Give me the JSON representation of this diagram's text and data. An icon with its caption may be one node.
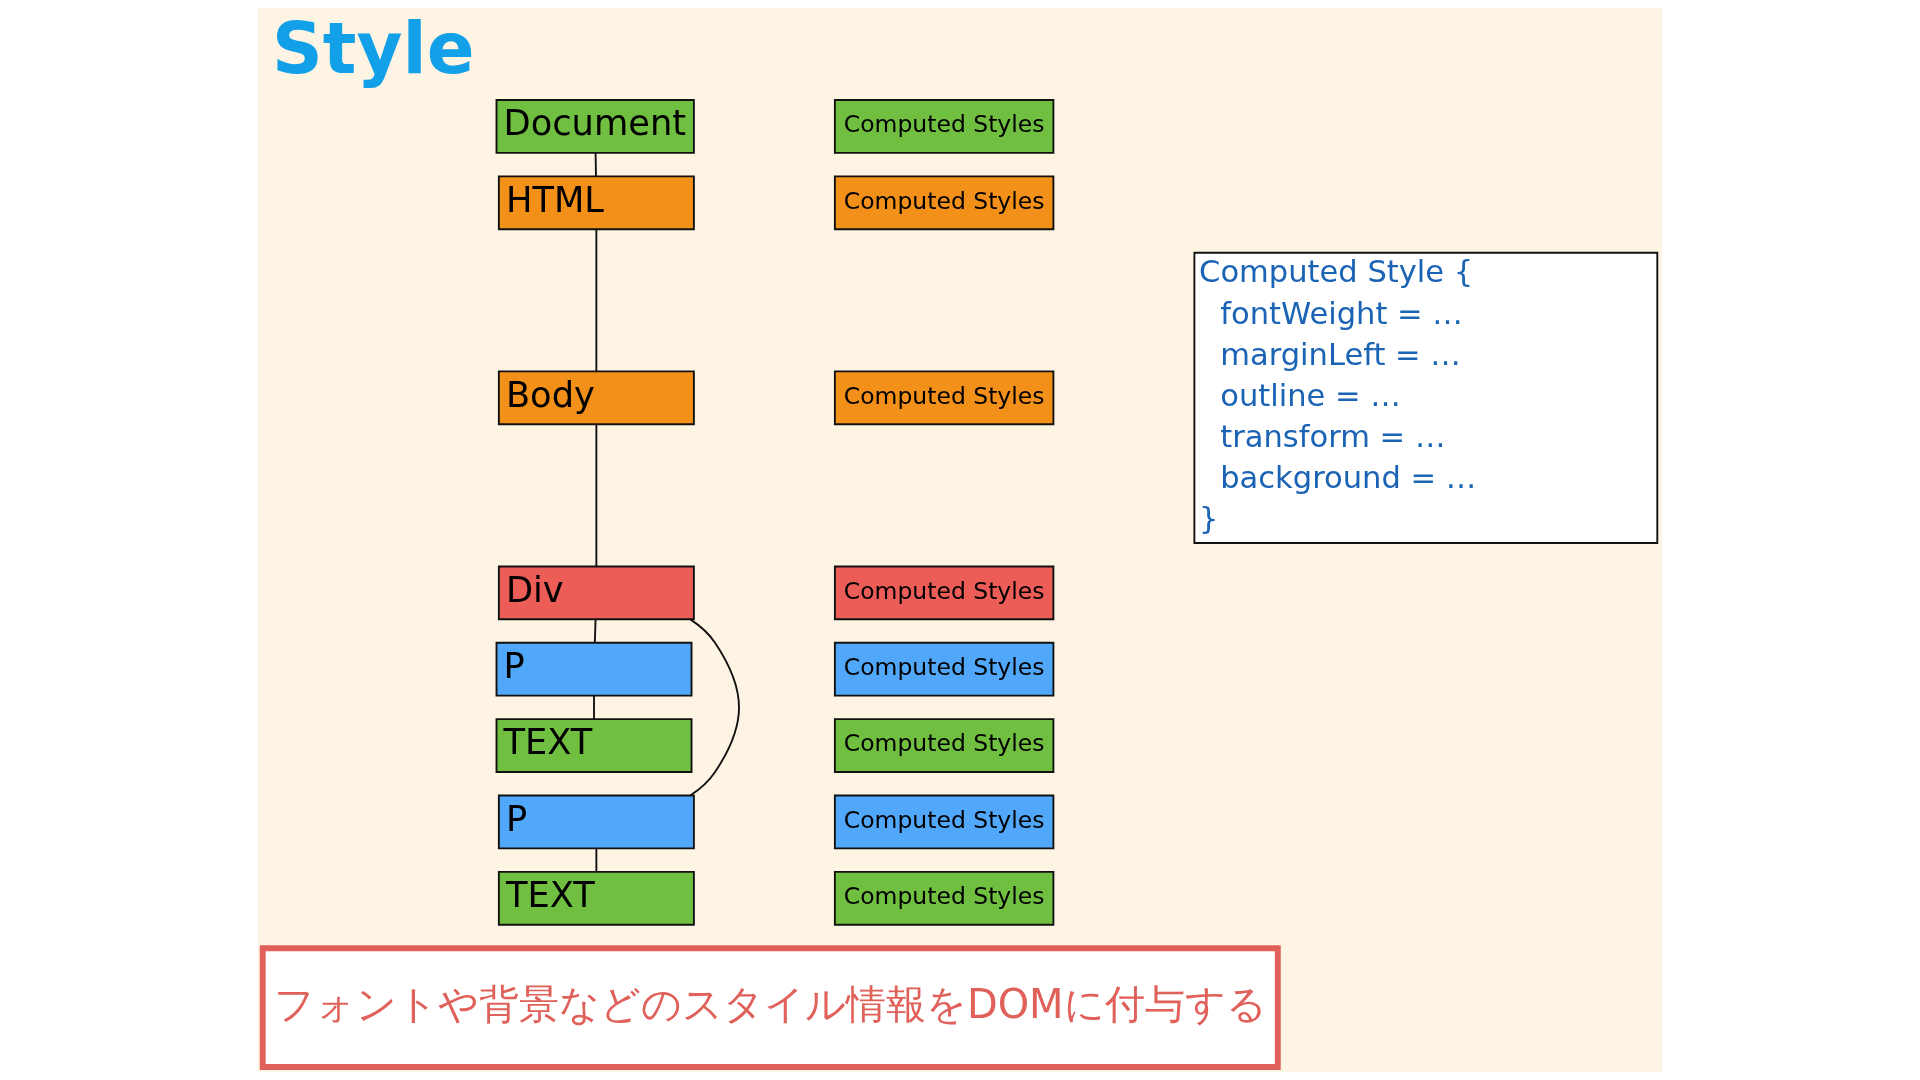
{
  "diagram": {
    "title": "Style",
    "nodes": [
      {
        "text": [
          "Document"
        ]
      },
      {
        "text": [
          "HTML"
        ]
      },
      {
        "text": [
          "Body"
        ]
      },
      {
        "text": [
          "Div"
        ]
      },
      {
        "text": [
          "P"
        ]
      },
      {
        "text": [
          "TEXT"
        ]
      },
      {
        "text": [
          "P"
        ]
      },
      {
        "text": [
          "TEXT"
        ]
      },
      {
        "text": [
          "Computed Styles"
        ]
      },
      {
        "text": [
          "Computed Styles"
        ]
      },
      {
        "text": [
          "Computed Styles"
        ]
      },
      {
        "text": [
          "Computed Styles"
        ]
      },
      {
        "text": [
          "Computed Styles"
        ]
      },
      {
        "text": [
          "Computed Styles"
        ]
      },
      {
        "text": [
          "Computed Styles"
        ]
      },
      {
        "text": [
          "Computed Styles"
        ]
      },
      {
        "text": [
          "Computed Style {",
          "fontWeight = …",
          "marginLeft = …",
          "outline = …",
          "transform = …",
          "background = …",
          "}"
        ]
      },
      {
        "text": [
          "フォントや背景などのスタイル情報をDOMに付与する"
        ]
      }
    ],
    "edges": [
      {
        "from": 0,
        "to": 1,
        "arrow": "none"
      },
      {
        "from": 1,
        "to": 2,
        "arrow": "none"
      },
      {
        "from": 2,
        "to": 3,
        "arrow": "none"
      },
      {
        "from": 3,
        "to": 4,
        "arrow": "none"
      },
      {
        "from": 4,
        "to": 5,
        "arrow": "none"
      },
      {
        "from": 3,
        "to": 6,
        "arrow": "none"
      },
      {
        "from": 6,
        "to": 7,
        "arrow": "none"
      }
    ]
  }
}
